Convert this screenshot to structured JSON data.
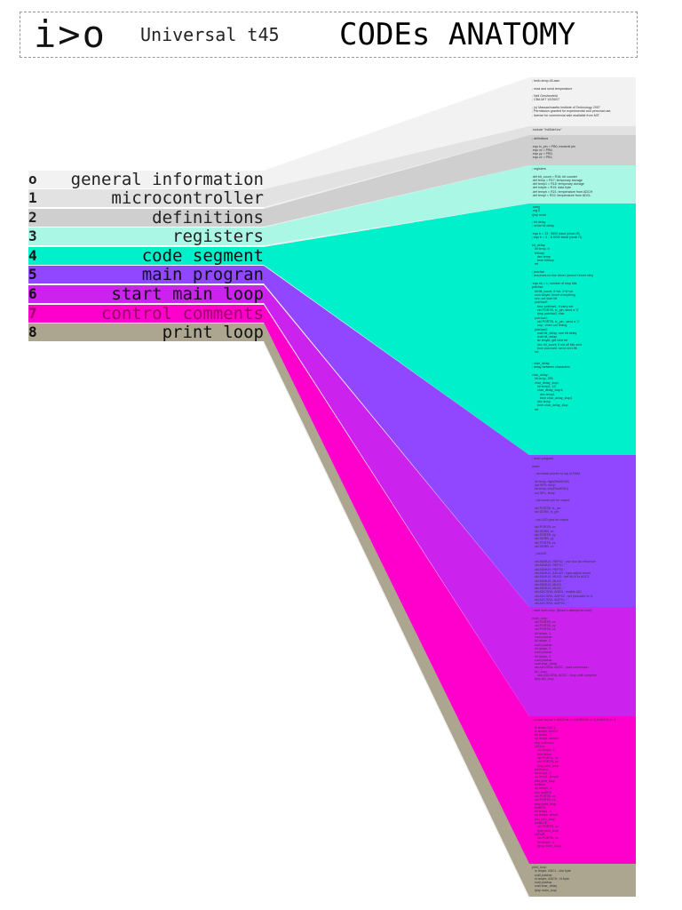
{
  "header": {
    "logo": "i>o",
    "subtitle": "Universal t45",
    "title": "CODEs ANATOMY"
  },
  "sections": [
    {
      "num": "o",
      "label": "general information",
      "color": "#f2f2f2",
      "text_color": "#222222"
    },
    {
      "num": "1",
      "label": "microcontroller",
      "color": "#e2e2e2",
      "text_color": "#222222"
    },
    {
      "num": "2",
      "label": "definitions",
      "color": "#cfcfcf",
      "text_color": "#222222"
    },
    {
      "num": "3",
      "label": "registers",
      "color": "#aaf7e6",
      "text_color": "#222222"
    },
    {
      "num": "4",
      "label": "code segment",
      "color": "#00f0cc",
      "text_color": "#111111"
    },
    {
      "num": "5",
      "label": "main progran",
      "color": "#9147ff",
      "text_color": "#111111"
    },
    {
      "num": "6",
      "label": "start main loop",
      "color": "#cc22ee",
      "text_color": "#111111"
    },
    {
      "num": "7",
      "label": "control comments",
      "color": "#ff00cc",
      "text_color": "#990066"
    },
    {
      "num": "8",
      "label": "print loop",
      "color": "#aca58f",
      "text_color": "#111111"
    }
  ],
  "code_blocks": [
    {
      "section": 0,
      "lines": [
        "; hello.temp.45.asm",
        "",
        "; read and send temperature",
        "",
        "; Neil Gershenfeld",
        "; CBA MIT 10/26/07",
        "",
        "; (c) Massachusetts Institute of Technology 2007",
        "; Permission granted for experimental and personal use;",
        "; license for commercial sale available from MIT."
      ]
    },
    {
      "section": 1,
      "lines": [
        ".include \"tn45def.inc\""
      ]
    },
    {
      "section": 2,
      "lines": [
        "; definitions",
        "",
        ".equ tx_pin = PB0; transmit pin",
        ".equ xx = PB4;",
        ".equ yy = PB3;",
        ".equ zz = PB1;"
      ]
    },
    {
      "section": 3,
      "lines": [
        "; registers",
        "",
        ".def bit_count = R16; bit counter",
        ".def temp = R17; temporary storage",
        ".def temp1 = R18; temporary storage",
        ".def txbyte = R19; data byte",
        ".def temph = R21; temperature from ADCH",
        ".def templ = R22; temperature from ADCL"
      ]
    },
    {
      "section": 4,
      "lines": [
        ".cseg",
        ".org 0",
        "rjmp reset",
        "",
        "; bit delay",
        "; serial bit delay",
        "",
        ".equ b = 13 ; 9600 baud (clock /8)",
        ";.equ b = 3 ; 115200 baud (clock /1)",
        "",
        "bit_delay:",
        "   ldi temp, b",
        "   bitloop:",
        "      dec temp",
        "      brne bitloop",
        "   ret",
        "",
        "; putchar",
        "; assumes no line driver (doesn't invert bits)",
        "",
        ".equ sb = 1; number of stop bits",
        "putchar:",
        "   ldi bit_count, 9+sb; 1+8+sb",
        "   com txbyte; invert everything",
        "   sec; set start bit",
        "   putchar0:",
        "      brcc putchar1; if carry set",
        "      cbi PORTB, tx_pin; send a '0'",
        "      rjmp putchar2; else",
        "   putchar1:",
        "      sbi PORTB, tx_pin ; send a '1'",
        "      nop ; even out timing",
        "   putchar2:",
        "      rcall bit_delay; one bit delay",
        "      rcall bit_delay",
        "      lsr txbyte; get next bit",
        "      dec bit_count; if not all bits sent",
        "      brne putchar0; send next bit",
        "   ret;",
        "",
        "",
        "; char_delay",
        "; delay between characters",
        "",
        "char_delay:",
        "   ldi temp, 255",
        "   char_delay_loop:",
        "      ldi temp1, 10",
        "      char_delay_loop1:",
        "         dec temp1",
        "         brne char_delay_loop1",
        "      dec temp",
        "      brne char_delay_loop",
        "   ret"
      ]
    },
    {
      "section": 5,
      "lines": [
        "; main program",
        "",
        "reset:",
        "",
        "   ; set stack pointer to top of RAM",
        "",
        "   ldi temp, high(RAMEND)",
        "   out SPH, temp",
        "   ldi temp, low(RAMEND)",
        "   out SPL, temp",
        "",
        "   ; init comm pin for output",
        "",
        "   sbi PORTB, tx_pin",
        "   sbi DDRB, tx_pin",
        "",
        "   ; init LED pins for output",
        "",
        "   sbi PORTB, xx",
        "   sbi DDRB, xx",
        "   sbi PORTB, yy",
        "   sbi DDRB, yy",
        "   sbi PORTB, zz",
        "   cbi DDRB, zz",
        "",
        "   ; init A/D",
        "",
        "   cbi ADMUX, REFS2 ; use Vcc as reference",
        "   cbi ADMUX, REFS1 ; \"",
        "   cbi ADMUX, REFS0 ; \"",
        "   cbi ADMUX, ADLAR ; right-adjust result",
        "   cbi ADMUX, MUX3 ; set MUX to ADC3",
        "   cbi ADMUX, MUX2 ; \"",
        "   sbi ADMUX, MUX1 ; \"",
        "   sbi ADMUX, MUX0 ; \"",
        "   sbi ADCSRA, ADEN ; enable A/D",
        "   cbi ADCSRA, ADPS2 ; set prescaler to /4",
        "   sbi ADCSRA, ADPS1 ; \"",
        "   cbi ADCSRA, ADPS0 ; \""
      ]
    },
    {
      "section": 6,
      "lines": [
        "; start main loop, (Beam's attempt at code)",
        "",
        "main_loop:",
        "   cbi PORTB, xx",
        "   cbi PORTB, yy",
        "   cbi PORTB, zz",
        "   ldi txbyte, 1",
        "   rcall putchar",
        "   ldi txbyte, 2",
        "   rcall putchar",
        "   ldi txbyte, 3",
        "   rcall putchar",
        "   ldi txbyte, 4",
        "   rcall putchar",
        "   rcall char_delay",
        "   sbi ADCSRA, ADSC ; start conversion",
        "   AD_loop:",
        "      sbic ADCSRA, ADSC ; loop until complete",
        "   rjmp AD_loop"
      ]
    },
    {
      "section": 7,
      "lines": [
        "; control led as Y ADCH is <= 2,if ADCH <= 3 ,if ADCH <= 4",
        "",
        "   in templ, ADCL",
        "   in temph, ADCH",
        "   ldi temp1, 2",
        "   cp temp1, temph",
        "   brlo ledGreen",
        "   LEDon:",
        "      cbi temph, 2",
        "      brlo ledon",
        "      cbi PORTB, xx",
        "      sbi PORTB, yy",
        "      rjmp print_loop",
        "   ledGreen:",
        "   ldi temp1, 3",
        "   cp temp1, temph",
        "   brlo print_loop",
        "   ledRed:",
        "   cp temph, 4",
        "   brlo ledRED",
        "   cbi PORTB, xx",
        "   sbi PORTB, zz",
        "   rjmp print_loop",
        "   ledRED:",
        "   ldi temp1, 4",
        "   cp temph, temp1",
        "   brlo print_loop",
        "   ledBLUE:",
        "      cbi PORTB, xx",
        "      rjmp print_loop",
        "   LEDoff:",
        "      sbi PORTB, xx",
        "      ldi temp1, 4",
        "      (rjmp main_loop)"
      ]
    },
    {
      "section": 8,
      "lines": [
        "print_loop:",
        "   in txbyte, ADCL ; low byte",
        "   rcall putchar",
        "   in txbyte, ADCH ; hi byte",
        "   rcall putchar",
        "   rcall char_delay",
        "   rjmp main_loop"
      ]
    }
  ]
}
